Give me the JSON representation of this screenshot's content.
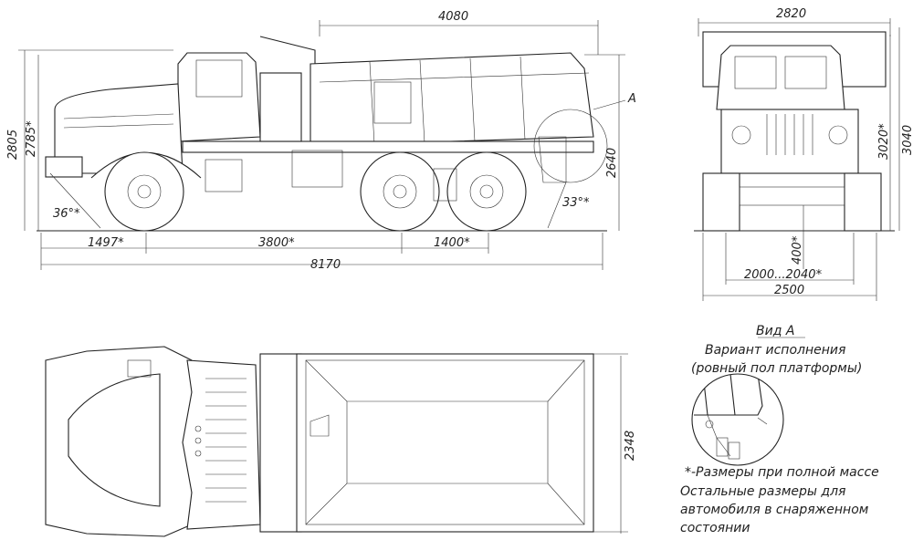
{
  "dimensions": {
    "platform_length": "4080",
    "height_empty": "2805",
    "height_loaded": "2785*",
    "platform_height": "2640",
    "view_marker": "A",
    "approach_angle": "36°*",
    "departure_angle": "33°*",
    "front_overhang": "1497*",
    "wheelbase": "3800*",
    "rear_axle_spacing": "1400*",
    "overall_length": "8170",
    "width_front_top": "2820",
    "height_front": "3040",
    "height_front_loaded": "3020*",
    "ground_clearance": "400*",
    "track": "2000...2040*",
    "overall_width": "2500",
    "platform_width": "2348"
  },
  "view_a": {
    "title": "Вид А",
    "subtitle_line1": "Вариант исполнения",
    "subtitle_line2": "(ровный пол платформы)"
  },
  "notes": {
    "asterisk_note": "*-Размеры при полной массе",
    "other_line1": "Остальные размеры для",
    "other_line2": "автомобиля в снаряженном",
    "other_line3": "состоянии"
  }
}
